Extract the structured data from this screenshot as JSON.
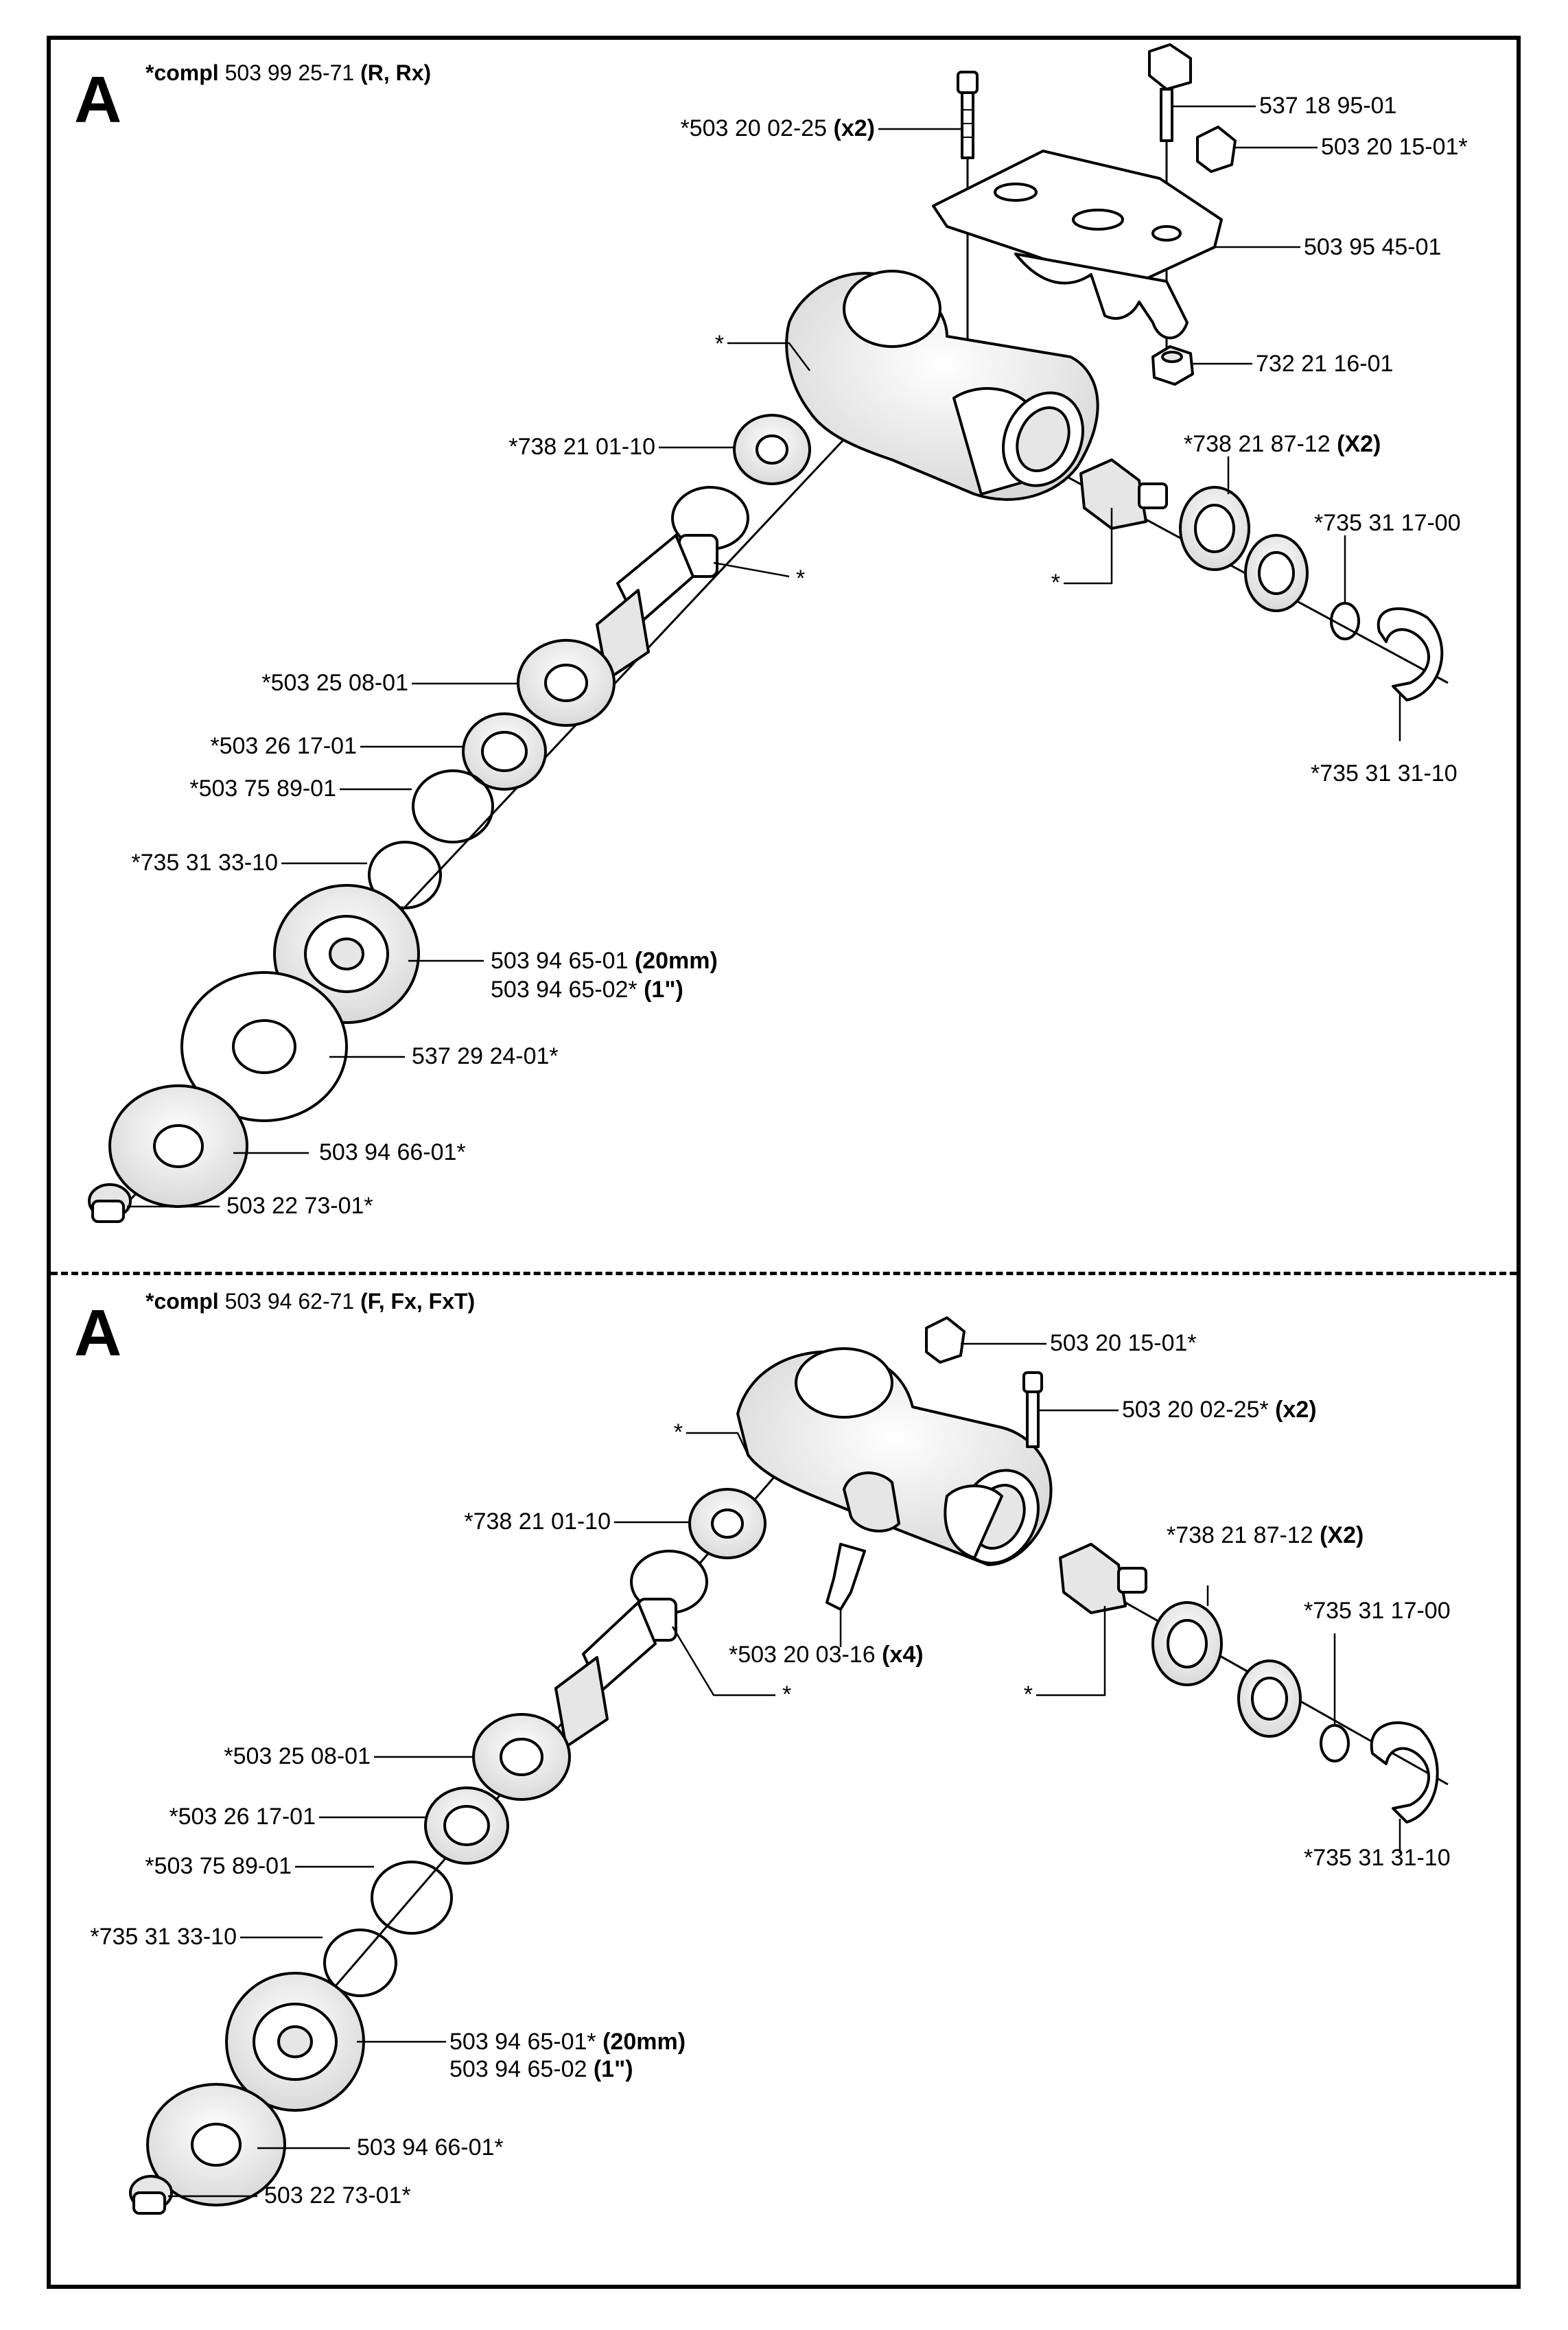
{
  "sections": [
    {
      "letter": "A",
      "compl_prefix": "*compl",
      "compl_number": "503 99 25-71",
      "compl_models": "(R, Rx)",
      "labels": {
        "l01": {
          "text": "*503 20 02-25",
          "bold": "(x2)"
        },
        "l02": {
          "text": "537 18 95-01",
          "bold": ""
        },
        "l03": {
          "text": "503 20 15-01*",
          "bold": ""
        },
        "l04": {
          "text": "503 95 45-01",
          "bold": ""
        },
        "l05": {
          "text": "*",
          "bold": ""
        },
        "l06": {
          "text": "732 21 16-01",
          "bold": ""
        },
        "l07": {
          "text": "*738 21 01-10",
          "bold": ""
        },
        "l08": {
          "text": "*738 21 87-12",
          "bold": "(X2)"
        },
        "l09": {
          "text": "*735 31 17-00",
          "bold": ""
        },
        "l10": {
          "text": "*",
          "bold": ""
        },
        "l11": {
          "text": "*",
          "bold": ""
        },
        "l12": {
          "text": "*503 25 08-01",
          "bold": ""
        },
        "l13": {
          "text": "*735 31 31-10",
          "bold": ""
        },
        "l14": {
          "text": "*503 26 17-01",
          "bold": ""
        },
        "l15": {
          "text": "*503 75 89-01",
          "bold": ""
        },
        "l16": {
          "text": "*735 31 33-10",
          "bold": ""
        },
        "l17": {
          "text": "503 94 65-01",
          "bold": "(20mm)"
        },
        "l18": {
          "text": "503 94 65-02*",
          "bold": "(1\")"
        },
        "l19": {
          "text": "537 29 24-01*",
          "bold": ""
        },
        "l20": {
          "text": "503 94 66-01*",
          "bold": ""
        },
        "l21": {
          "text": "503 22 73-01*",
          "bold": ""
        }
      }
    },
    {
      "letter": "A",
      "compl_prefix": "*compl",
      "compl_number": "503 94 62-71",
      "compl_models": "(F, Fx, FxT)",
      "labels": {
        "l01": {
          "text": "503 20 15-01*",
          "bold": ""
        },
        "l02": {
          "text": "503 20 02-25*",
          "bold": "(x2)"
        },
        "l03": {
          "text": "*",
          "bold": ""
        },
        "l04": {
          "text": "*738 21 01-10",
          "bold": ""
        },
        "l05": {
          "text": "*738 21 87-12",
          "bold": "(X2)"
        },
        "l06": {
          "text": "*735 31 17-00",
          "bold": ""
        },
        "l07": {
          "text": "*503 20 03-16",
          "bold": "(x4)"
        },
        "l08": {
          "text": "*",
          "bold": ""
        },
        "l09": {
          "text": "*",
          "bold": ""
        },
        "l10": {
          "text": "*503 25 08-01",
          "bold": ""
        },
        "l11": {
          "text": "*503 26 17-01",
          "bold": ""
        },
        "l12": {
          "text": "*735 31 31-10",
          "bold": ""
        },
        "l13": {
          "text": "*503 75 89-01",
          "bold": ""
        },
        "l14": {
          "text": "*735 31 33-10",
          "bold": ""
        },
        "l15": {
          "text": "503 94 65-01*",
          "bold": "(20mm)"
        },
        "l16": {
          "text": "503 94 65-02",
          "bold": "(1\")"
        },
        "l17": {
          "text": "503 94 66-01*",
          "bold": ""
        },
        "l18": {
          "text": "503 22 73-01*",
          "bold": ""
        }
      }
    }
  ],
  "colors": {
    "line": "#000000",
    "paper": "#ffffff",
    "fill": "#ffffff",
    "shade": "#e6e6e6"
  }
}
